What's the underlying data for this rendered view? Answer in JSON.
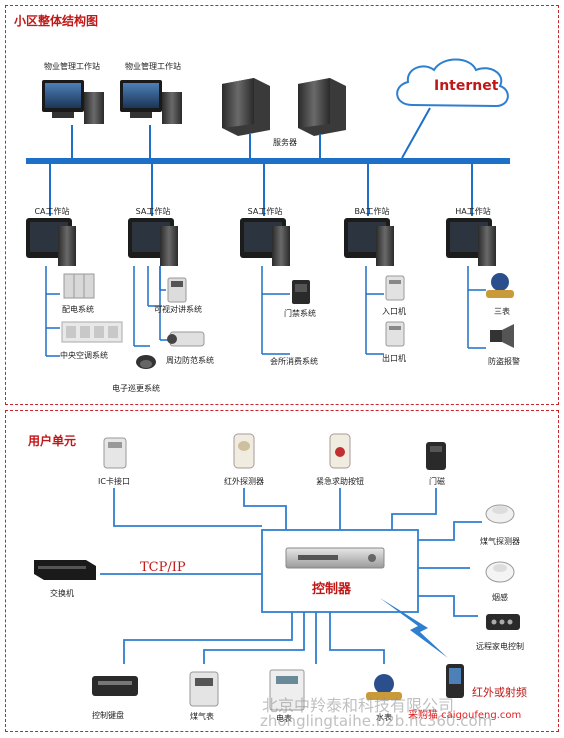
{
  "top_section": {
    "title": "小区整体结构图",
    "property_ws_1": "物业管理工作站",
    "property_ws_2": "物业管理工作站",
    "server_label": "服务器",
    "internet_label": "Internet",
    "ca_ws": "CA工作站",
    "sa_ws_1": "SA工作站",
    "sa_ws_2": "SA工作站",
    "ba_ws": "BA工作站",
    "ha_ws": "HA工作站",
    "power_distribution": "配电系统",
    "central_ac": "中央空调系统",
    "e_patrol": "电子巡更系统",
    "video_intercom": "可视对讲系统",
    "perimeter": "周边防范系统",
    "access_control": "门禁系统",
    "clubhouse_pay": "会所消费系统",
    "entry_machine": "入口机",
    "exit_machine": "出口机",
    "three_meters": "三表",
    "burglar_alarm": "防盗报警"
  },
  "bottom_section": {
    "title": "用户单元",
    "ic_card": "IC卡接口",
    "ir_detector": "红外探测器",
    "emergency_button": "紧急求助按钮",
    "door_magnet": "门磁",
    "gas_detector": "煤气探测器",
    "smoke_sensor": "烟感",
    "remote_appliance": "远程家电控制",
    "switch": "交换机",
    "tcpip": "TCP/IP",
    "controller": "控制器",
    "control_keyboard": "控制键盘",
    "gas_meter": "煤气表",
    "electric_meter": "电表",
    "water_meter": "水表",
    "ir_or_rf": "红外或射频"
  },
  "watermark": {
    "company": "北京中羚泰和科技有限公司",
    "domain": "zhonglingtaihe.b2b.hc360.com",
    "badge": "采购猫 caigoufeng.com"
  },
  "colors": {
    "accent_red": "#c01818",
    "bus_blue": "#1e6fc8",
    "line_blue": "#2f7fd0",
    "panel_border": "#c8262a"
  }
}
